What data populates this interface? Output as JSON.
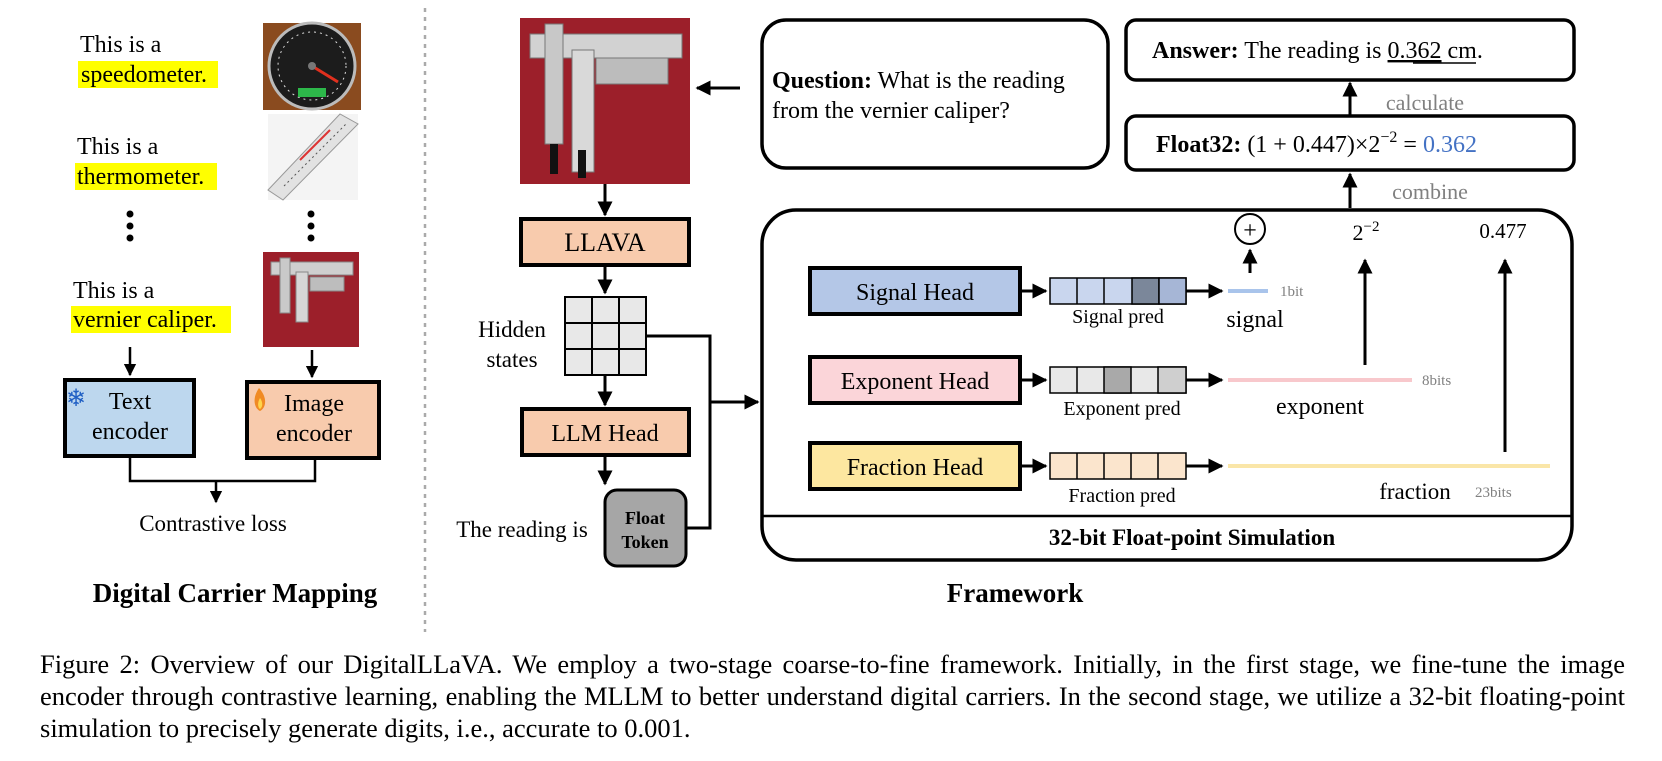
{
  "left_panel": {
    "title": "Digital Carrier Mapping",
    "prompts": [
      {
        "prefix": "This is a",
        "highlight": "speedometer."
      },
      {
        "prefix": "This is a",
        "highlight": "thermometer."
      },
      {
        "prefix": "This is a",
        "highlight": "vernier caliper."
      }
    ],
    "text_encoder": [
      "Text",
      "encoder"
    ],
    "image_encoder": [
      "Image",
      "encoder"
    ],
    "loss_label": "Contrastive loss",
    "highlight_color": "#ffff00",
    "text_encoder_color": "#bdd7ee",
    "image_encoder_color": "#f8cbad"
  },
  "framework": {
    "title": "Framework",
    "question_bold": "Question:",
    "question_lines": [
      "What is the reading",
      "from the vernier caliper?"
    ],
    "llava_label": "LLAVA",
    "hidden_states": [
      "Hidden",
      "states"
    ],
    "llm_head_label": "LLM Head",
    "reading_prefix": "The reading is",
    "float_token": [
      "Float",
      "Token"
    ],
    "answer_bold": "Answer:",
    "answer_text": "The reading is",
    "answer_value": "0.362",
    "answer_unit": "cm.",
    "calculate_label": "calculate",
    "float32_bold": "Float32:",
    "float32_formula": "(1 + 0.447)×2",
    "float32_exponent": "−2",
    "float32_eq": "=",
    "float32_result": "0.362",
    "combine_label": "combine",
    "power_base": "2",
    "power_exp": "−2",
    "fraction_value": "0.477",
    "plus_symbol": "+",
    "heads": [
      {
        "label": "Signal Head",
        "pred": "Signal pred",
        "out": "signal",
        "bits": "1bit",
        "color": "#b4c7e7",
        "line_color": "#a9c4eb"
      },
      {
        "label": "Exponent Head",
        "pred": "Exponent pred",
        "out": "exponent",
        "bits": "8bits",
        "color": "#fbd5d9",
        "line_color": "#f8c8cc"
      },
      {
        "label": "Fraction Head",
        "pred": "Fraction pred",
        "out": "fraction",
        "bits": "23bits",
        "color": "#fde7a0",
        "line_color": "#fae6a8"
      }
    ],
    "sim_title": "32-bit Float-point Simulation",
    "result_color": "#4472c4",
    "gray_label_color": "#808080"
  },
  "caption": "Figure 2: Overview of our DigitalLLaVA. We employ a two-stage coarse-to-fine framework. Initially, in the first stage, we fine-tune the image encoder through contrastive learning, enabling the MLLM to better understand digital carriers. In the second stage, we utilize a 32-bit floating-point simulation to precisely generate digits, i.e., accurate to 0.001."
}
